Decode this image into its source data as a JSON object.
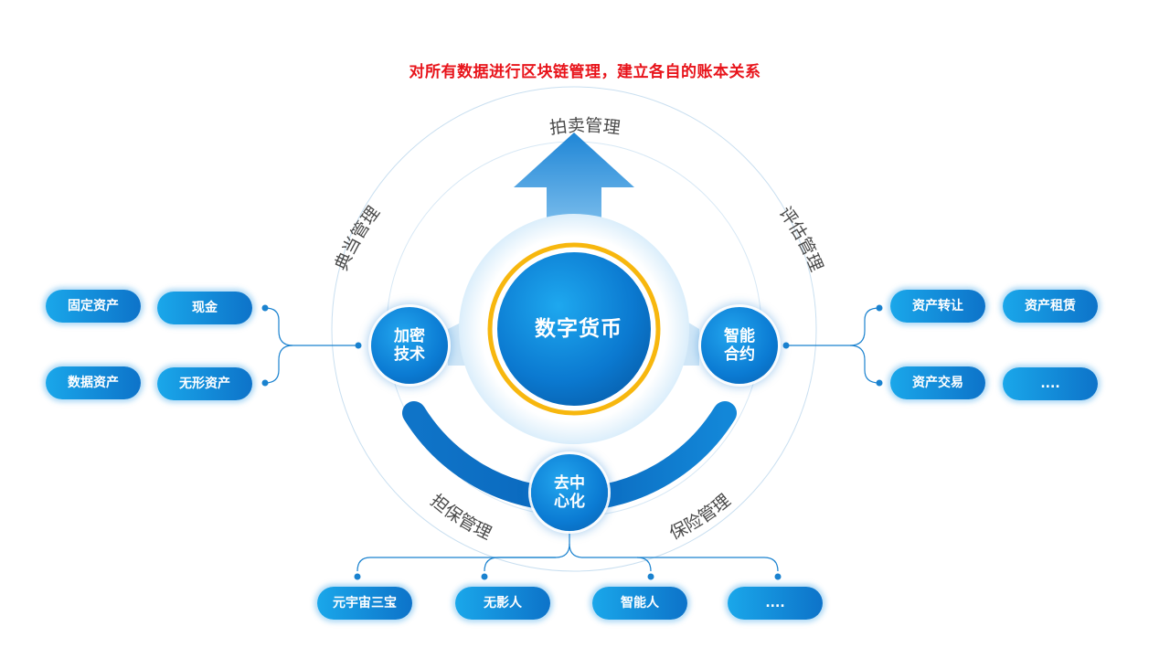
{
  "title": "对所有数据进行区块链管理，建立各自的账本关系",
  "center": {
    "label": "数字货币"
  },
  "nodes": {
    "left": "加密技术",
    "right": "智能合约",
    "bottom": "去中心化"
  },
  "ring_labels": {
    "top": "拍卖管理",
    "left": "典当管理",
    "right": "评估管理",
    "bottom_left": "担保管理",
    "bottom_right": "保险管理"
  },
  "left_pills": [
    "固定资产",
    "现金",
    "数据资产",
    "无形资产"
  ],
  "right_pills": [
    "资产转让",
    "资产租赁",
    "资产交易",
    "...."
  ],
  "bottom_pills": [
    "元宇宙三宝",
    "无影人",
    "智能人",
    "...."
  ],
  "colors": {
    "title_red": "#e8141b",
    "primary_blue": "#0d73c9",
    "light_blue": "#1aa7ea",
    "gold_ring": "#f7b70e"
  }
}
